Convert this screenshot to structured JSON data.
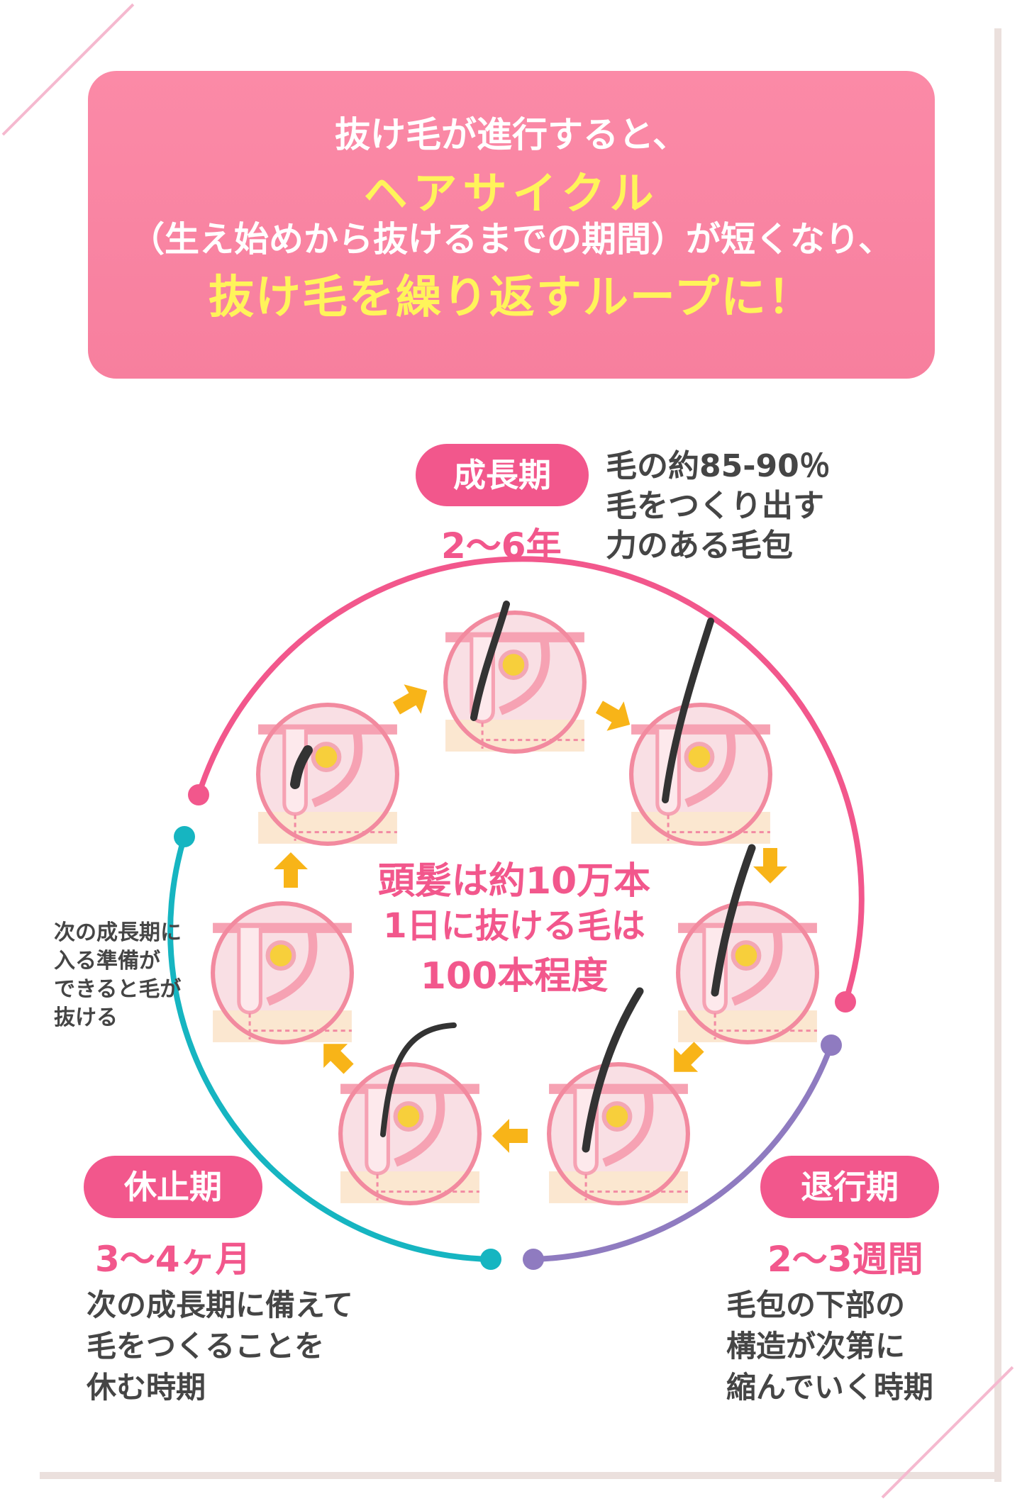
{
  "banner": {
    "line1": "抜け毛が進行すると、",
    "line2": "ヘアサイクル",
    "line3": "（生え始めから抜けるまでの期間）が短くなり、",
    "line4": "抜け毛を繰り返すループに！"
  },
  "center": {
    "line1": "頭髪は約10万本",
    "line2": "1日に抜ける毛は",
    "line3": "100本程度"
  },
  "phases": {
    "growth": {
      "label": "成長期",
      "duration": "2〜6年",
      "desc": [
        "毛の約85-90％",
        "毛をつくり出す",
        "力のある毛包"
      ]
    },
    "catagen": {
      "label": "退行期",
      "duration": "2〜3週間",
      "desc": [
        "毛包の下部の",
        "構造が次第に",
        "縮んでいく時期"
      ]
    },
    "telogen": {
      "label": "休止期",
      "duration": "3〜4ヶ月",
      "desc": [
        "次の成長期に備えて",
        "毛をつくることを",
        "休む時期"
      ]
    },
    "shedding": {
      "desc": [
        "次の成長期に",
        "入る準備が",
        "できると毛が",
        "抜ける"
      ]
    }
  },
  "colors": {
    "growth_arc": "#f2578c",
    "telogen_arc": "#16b5c1",
    "catagen_arc": "#8f7bc0",
    "arrow": "#f8b418",
    "banner": "#f77f9e",
    "highlight_text": "#fff45a"
  }
}
